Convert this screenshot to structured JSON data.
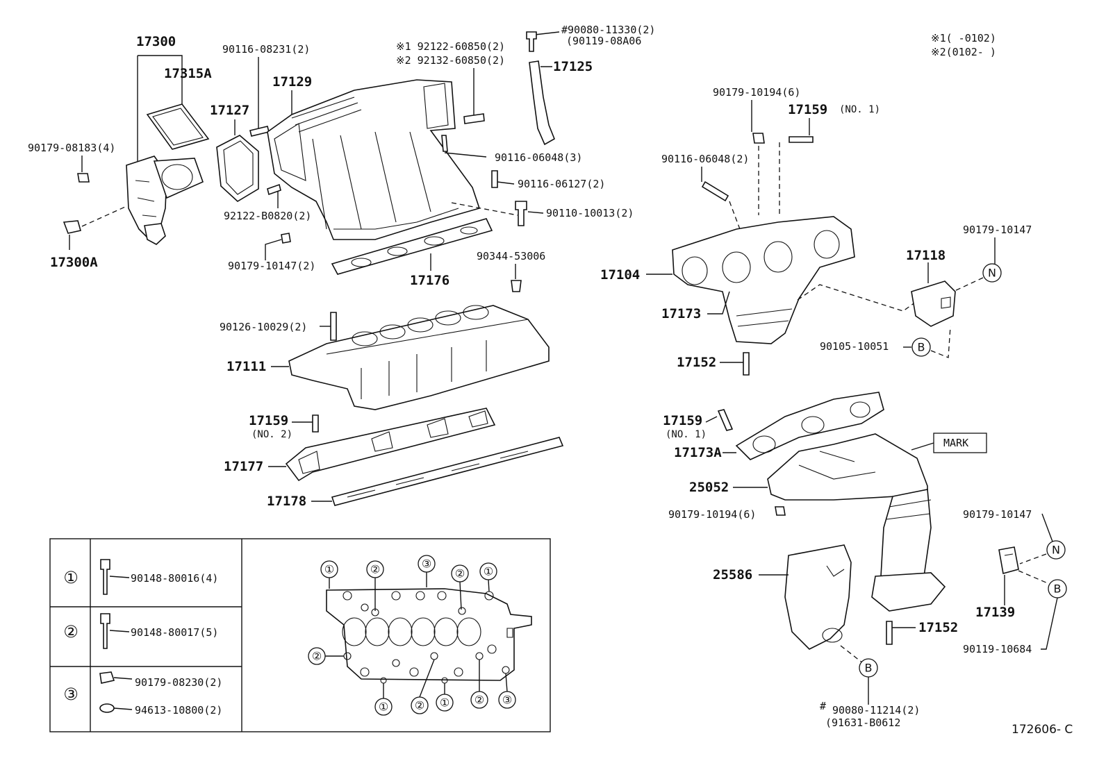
{
  "diagram_code": "172606- C",
  "notes": {
    "note1": "※1(      -0102)",
    "note2": "※2(0102-      )"
  },
  "labels": {
    "p17300": "17300",
    "p17315A": "17315A",
    "p90179_08183": "90179-08183(4)",
    "p17300A": "17300A",
    "p90116_08231": "90116-08231(2)",
    "p17127": "17127",
    "p17129": "17129",
    "p92122_B0820": "92122-B0820(2)",
    "p90179_10147_2": "90179-10147(2)",
    "p17176": "17176",
    "p92122_60850": "※1  92122-60850(2)",
    "p92132_60850": "※2  92132-60850(2)",
    "p90116_06048_3": "90116-06048(3)",
    "p90116_06127": "90116-06127(2)",
    "p90110_10013": "90110-10013(2)",
    "p90344_53006": "90344-53006",
    "p90080_11330": "#90080-11330(2)",
    "p90119_08A06": "(90119-08A06",
    "p17125": "17125",
    "p90126_10029": "90126-10029(2)",
    "p17111": "17111",
    "p17159_no2": "17159",
    "no2": "(NO. 2)",
    "p17177": "17177",
    "p17178": "17178",
    "p90179_10194_6a": "90179-10194(6)",
    "p17159_no1a": "17159",
    "no1a": "(NO. 1)",
    "p90116_06048_2": "90116-06048(2)",
    "p17104": "17104",
    "p17173": "17173",
    "p17152a": "17152",
    "p90105_10051": "90105-10051",
    "p17118": "17118",
    "p90179_10147a": "90179-10147",
    "p17159_no1b": "17159",
    "no1b": "(NO. 1)",
    "p17173A": "17173A",
    "p25052": "25052",
    "p90179_10194_6b": "90179-10194(6)",
    "mark": "MARK",
    "p25586": "25586",
    "p17152b": "17152",
    "p90179_10147b": "90179-10147",
    "p17139": "17139",
    "p90119_10684": "90119-10684",
    "p90080_11214": "90080-11214(2)",
    "p91631_B0612": "(91631-B0612",
    "hash": "#"
  },
  "callouts": {
    "N": "N",
    "B": "B"
  },
  "legend_table": {
    "rows": [
      {
        "num": "①",
        "parts": [
          "90148-80016(4)"
        ]
      },
      {
        "num": "②",
        "parts": [
          "90148-80017(5)"
        ]
      },
      {
        "num": "③",
        "parts": [
          "90179-08230(2)",
          "94613-10800(2)"
        ]
      }
    ],
    "diagram_marks": {
      "one": "①",
      "two": "②",
      "three": "③"
    }
  }
}
